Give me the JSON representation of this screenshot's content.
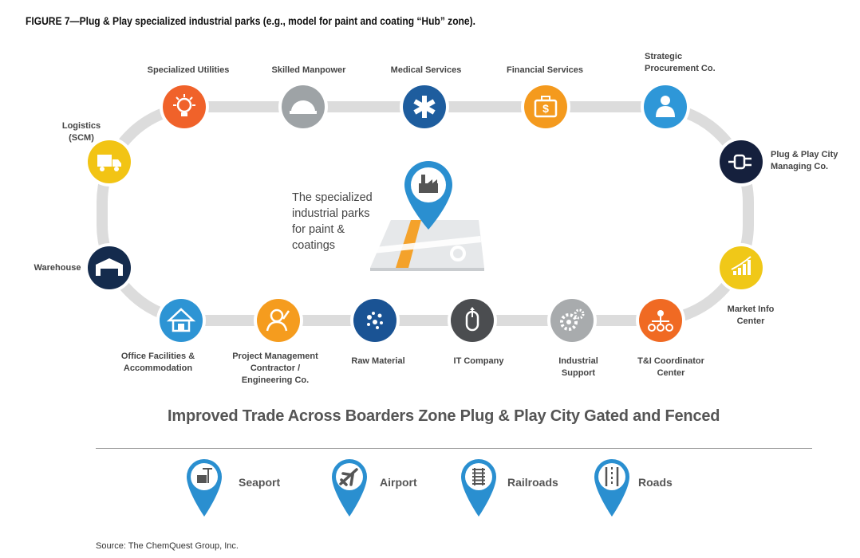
{
  "figure_title": "FIGURE 7—Plug & Play specialized industrial parks (e.g., model for paint and coating “Hub” zone).",
  "center_text": "The specialized\nindustrial parks\nfor paint &\ncoatings",
  "gated_text": "Improved Trade Across Boarders Zone Plug & Play City Gated and Fenced",
  "source": "Source: The ChemQuest Group, Inc.",
  "nodes": [
    {
      "id": "logistics",
      "label": "Logistics\n(SCM)",
      "color": "#f2c414",
      "icon": "truck-icon"
    },
    {
      "id": "specialized-utilities",
      "label": "Specialized Utilities",
      "color": "#f0622a",
      "icon": "light-bulb-icon"
    },
    {
      "id": "skilled-manpower",
      "label": "Skilled Manpower",
      "color": "#9ea3a6",
      "icon": "hard-hat-icon"
    },
    {
      "id": "medical-services",
      "label": "Medical Services",
      "color": "#1e5d9e",
      "icon": "medical-star-icon"
    },
    {
      "id": "financial-services",
      "label": "Financial Services",
      "color": "#f49a1e",
      "icon": "briefcase-dollar-icon"
    },
    {
      "id": "strategic-procurement",
      "label": "Strategic\nProcurement Co.",
      "color": "#2e97d8",
      "icon": "procurement-person-icon"
    },
    {
      "id": "plug-play-city",
      "label": "Plug & Play City\nManaging Co.",
      "color": "#15203d",
      "icon": "plug-icon"
    },
    {
      "id": "market-info",
      "label": "Market Info\nCenter",
      "color": "#f0c818",
      "icon": "growth-chart-icon"
    },
    {
      "id": "tki-coordinator",
      "label": "T&I Coordinator\nCenter",
      "color": "#f06a23",
      "icon": "network-tree-icon"
    },
    {
      "id": "industrial-support",
      "label": "Industrial\nSupport",
      "color": "#a8abad",
      "icon": "gears-icon"
    },
    {
      "id": "it-company",
      "label": "IT Company",
      "color": "#4b4d50",
      "icon": "mouse-icon"
    },
    {
      "id": "raw-material",
      "label": "Raw Material",
      "color": "#1a5394",
      "icon": "molecules-icon"
    },
    {
      "id": "project-management",
      "label": "Project Management\nContractor /\nEngineering Co.",
      "color": "#f59c1e",
      "icon": "engineer-icon"
    },
    {
      "id": "office-facilities",
      "label": "Office Facilities &\nAccommodation",
      "color": "#2d94d4",
      "icon": "house-icon"
    },
    {
      "id": "warehouse",
      "label": "Warehouse",
      "color": "#142b4d",
      "icon": "warehouse-icon"
    }
  ],
  "transport": [
    {
      "id": "seaport",
      "label": "Seaport",
      "icon": "port-crane-icon"
    },
    {
      "id": "airport",
      "label": "Airport",
      "icon": "airplane-icon"
    },
    {
      "id": "railroads",
      "label": "Railroads",
      "icon": "railroad-icon"
    },
    {
      "id": "roads",
      "label": "Roads",
      "icon": "road-icon"
    }
  ],
  "colors": {
    "track": "#dcdcdc",
    "pin": "#2a8fd0",
    "pin_inner": "#ffffff",
    "map_tile": "#e9ebec"
  }
}
